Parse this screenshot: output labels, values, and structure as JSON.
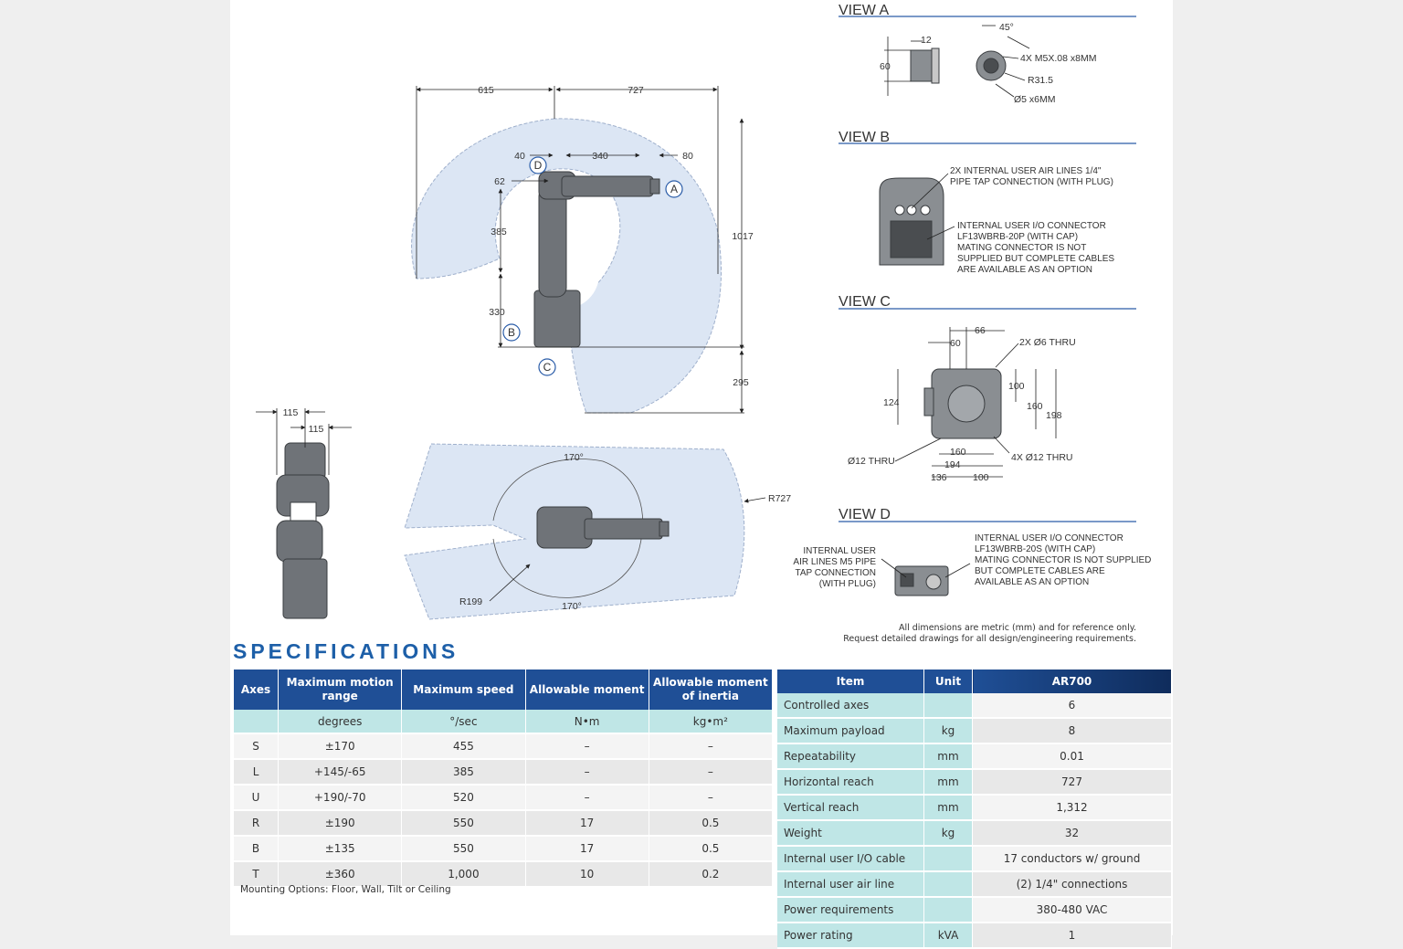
{
  "drawing": {
    "side_view": {
      "dims": [
        "615",
        "727",
        "40",
        "340",
        "80",
        "62",
        "385",
        "330",
        "1017",
        "295"
      ],
      "markers": [
        "A",
        "B",
        "C",
        "D"
      ]
    },
    "front_view": {
      "dims": [
        "115",
        "115"
      ]
    },
    "top_view": {
      "angle_top": "170°",
      "angle_bottom": "170°",
      "outer_radius": "R727",
      "inner_radius": "R199"
    },
    "view_a": {
      "title": "VIEW A",
      "dims": [
        "12",
        "60",
        "45°"
      ],
      "notes": [
        "4X M5X.08 x8MM",
        "R31.5",
        "Ø5 x6MM"
      ]
    },
    "view_b": {
      "title": "VIEW B",
      "note1": [
        "2X INTERNAL USER AIR LINES 1/4\"",
        "PIPE TAP CONNECTION (WITH PLUG)"
      ],
      "note2": [
        "INTERNAL USER I/O CONNECTOR",
        "LF13WBRB-20P (WITH CAP)",
        "MATING CONNECTOR IS NOT",
        "SUPPLIED BUT COMPLETE CABLES",
        "ARE AVAILABLE AS AN OPTION"
      ]
    },
    "view_c": {
      "title": "VIEW C",
      "dims": [
        "66",
        "60",
        "2X Ø6 THRU",
        "124",
        "100",
        "160",
        "198",
        "Ø12 THRU",
        "160",
        "194",
        "4X Ø12 THRU",
        "136",
        "100"
      ]
    },
    "view_d": {
      "title": "VIEW D",
      "note_left": [
        "INTERNAL USER",
        "AIR LINES M5 PIPE",
        "TAP CONNECTION",
        "(WITH PLUG)"
      ],
      "note_right": [
        "INTERNAL USER I/O CONNECTOR",
        "LF13WBRB-20S (WITH CAP)",
        "MATING CONNECTOR IS NOT SUPPLIED",
        "BUT COMPLETE CABLES ARE",
        "AVAILABLE AS AN OPTION"
      ]
    }
  },
  "dimension_note": {
    "line1": "All dimensions are metric (mm) and for reference only.",
    "line2": "Request detailed drawings for all design/engineering requirements."
  },
  "specifications": {
    "title": "SPECIFICATIONS",
    "axes_table": {
      "headers": [
        "Axes",
        "Maximum motion range",
        "Maximum speed",
        "Allowable moment",
        "Allowable moment of inertia"
      ],
      "units": [
        "",
        "degrees",
        "°/sec",
        "N•m",
        "kg•m²"
      ],
      "rows": [
        [
          "S",
          "±170",
          "455",
          "–",
          "–"
        ],
        [
          "L",
          "+145/-65",
          "385",
          "–",
          "–"
        ],
        [
          "U",
          "+190/-70",
          "520",
          "–",
          "–"
        ],
        [
          "R",
          "±190",
          "550",
          "17",
          "0.5"
        ],
        [
          "B",
          "±135",
          "550",
          "17",
          "0.5"
        ],
        [
          "T",
          "±360",
          "1,000",
          "10",
          "0.2"
        ]
      ]
    },
    "mounting_note": "Mounting Options: Floor, Wall, Tilt or Ceiling",
    "product_table": {
      "headers": [
        "Item",
        "Unit",
        "AR700"
      ],
      "rows": [
        [
          "Controlled axes",
          "",
          "6"
        ],
        [
          "Maximum payload",
          "kg",
          "8"
        ],
        [
          "Repeatability",
          "mm",
          "0.01"
        ],
        [
          "Horizontal reach",
          "mm",
          "727"
        ],
        [
          "Vertical reach",
          "mm",
          "1,312"
        ],
        [
          "Weight",
          "kg",
          "32"
        ],
        [
          "Internal user I/O cable",
          "",
          "17 conductors w/ ground"
        ],
        [
          "Internal user air line",
          "",
          "(2) 1/4\" connections"
        ],
        [
          "Power requirements",
          "",
          "380-480 VAC"
        ],
        [
          "Power rating",
          "kVA",
          "1"
        ]
      ]
    }
  },
  "colors": {
    "header_blue": "#1f4f96",
    "header_dark": "#0f2c5c",
    "teal": "#bfe6e6",
    "envelope": "#dce6f4",
    "title_blue": "#1d5fa8"
  }
}
